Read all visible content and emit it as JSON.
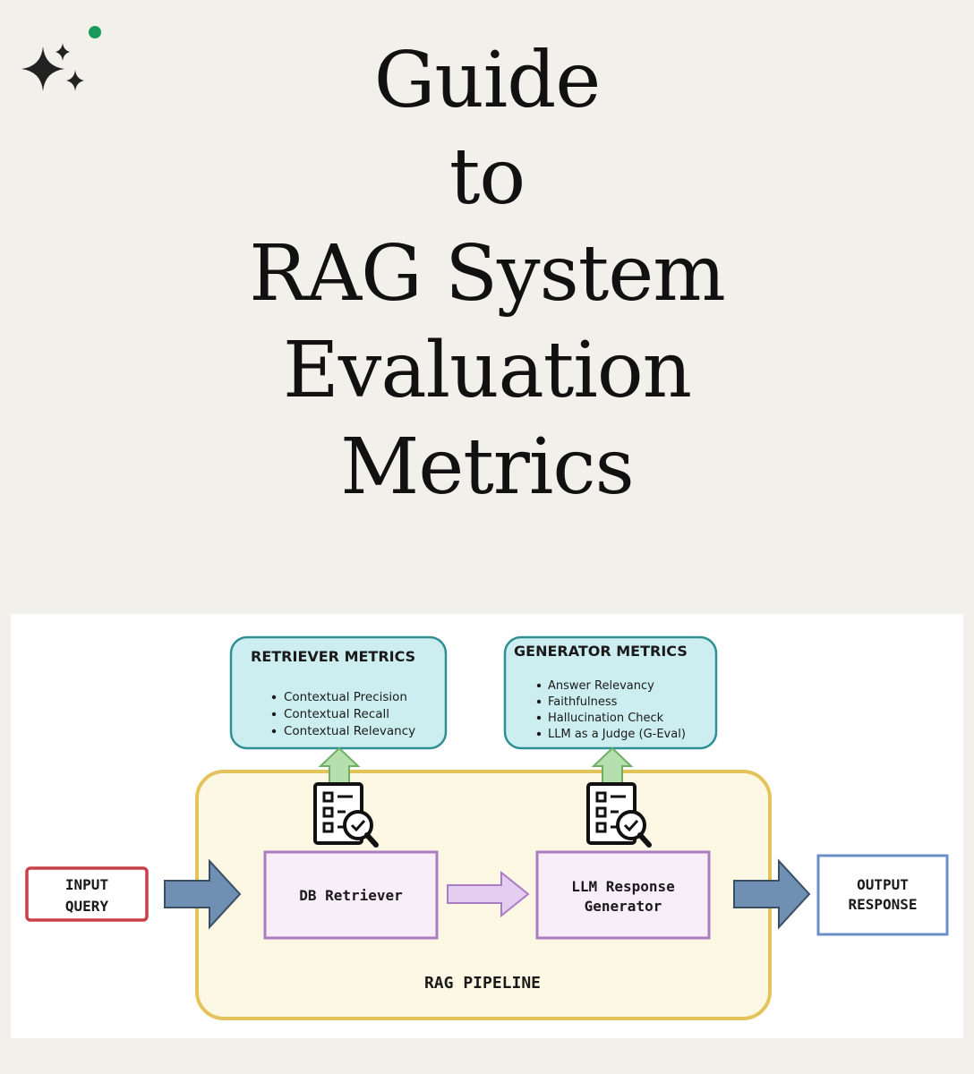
{
  "title_lines": [
    "Guide",
    "to",
    "RAG System",
    "Evaluation",
    "Metrics"
  ],
  "colors": {
    "background": "#f1f0ea",
    "metric_box_fill": "#cdeef0",
    "metric_box_stroke": "#2f8f93",
    "pipeline_fill": "#fdf8e3",
    "pipeline_stroke": "#e3c45a",
    "stage_fill": "#f8eef9",
    "stage_stroke": "#a97cc4",
    "input_stroke": "#c9404a",
    "output_stroke": "#6d8fc9",
    "up_arrow": "#b6dfae",
    "side_arrow": "#6f8fb3",
    "mid_arrow": "#e3cdf0",
    "accent_dot": "#1a9a5a"
  },
  "icons": [
    "sparkle-icon",
    "checklist-magnifier-icon"
  ],
  "retriever_metrics": {
    "heading": "RETRIEVER METRICS",
    "items": [
      "Contextual Precision",
      "Contextual Recall",
      "Contextual Relevancy"
    ]
  },
  "generator_metrics": {
    "heading": "GENERATOR METRICS",
    "items": [
      "Answer Relevancy",
      "Faithfulness",
      "Hallucination Check",
      "LLM as a Judge (G-Eval)"
    ]
  },
  "input": {
    "line1": "INPUT",
    "line2": "QUERY"
  },
  "retriever_stage": "DB Retriever",
  "generator_stage": {
    "line1": "LLM Response",
    "line2": "Generator"
  },
  "output": {
    "line1": "OUTPUT",
    "line2": "RESPONSE"
  },
  "pipeline_label": "RAG PIPELINE"
}
